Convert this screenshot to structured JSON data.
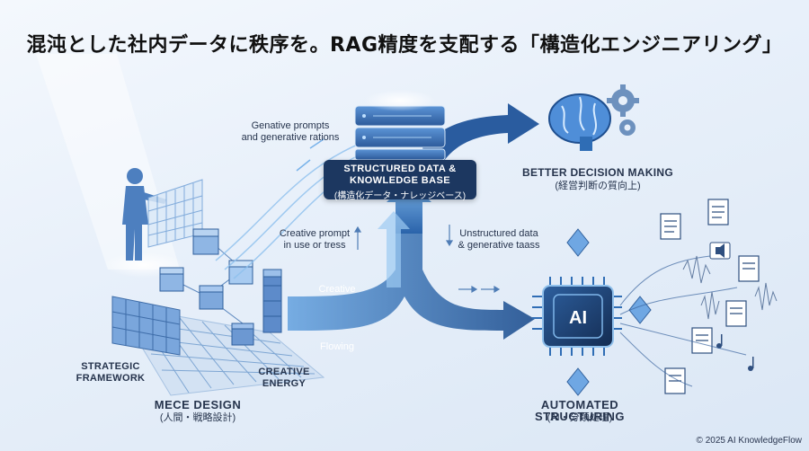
{
  "title": "混沌とした社内データに秩序を。RAG精度を支配する「構造化エンジニアリング」",
  "annotations": {
    "generative_prompts": "Genative prompts",
    "generative_rations": "and generative rations",
    "creative_prompt": "Creative prompt",
    "in_use_or_tress": "in use or tress",
    "unstructured_data": "Unstructured data",
    "generative_taass": "& generative taass",
    "creative": "Creative",
    "flowing": "Flowing"
  },
  "knowledge_base": {
    "line1": "STRUCTURED DATA &",
    "line2": "KNOWLEDGE BASE",
    "line3": "(構造化データ・ナレッジベース)"
  },
  "decision": {
    "title": "BETTER DECISION MAKING",
    "subtitle": "(経営判断の質向上)"
  },
  "mece": {
    "strategic": "STRATEGIC",
    "framework": "FRAMEWORK",
    "creative": "CREATIVE",
    "energy": "ENERGY",
    "title": "MECE DESIGN",
    "subtitle": "(人間・戦略設計)"
  },
  "automation": {
    "chip": "AI",
    "title": "AUTOMATED STRUCTURING",
    "subtitle": "(AI・分類処理)"
  },
  "copyright": "© 2025 AI KnowledgeFlow",
  "icons": [
    "brain-icon",
    "gear-icon",
    "server-icon",
    "ai-chip-icon",
    "document-icon",
    "speaker-icon",
    "music-note-icon",
    "person-icon"
  ],
  "colors": {
    "primary": "#2f6db5",
    "dark": "#1c3760",
    "light": "#8fc0ec",
    "background": "#e8f0fa"
  }
}
